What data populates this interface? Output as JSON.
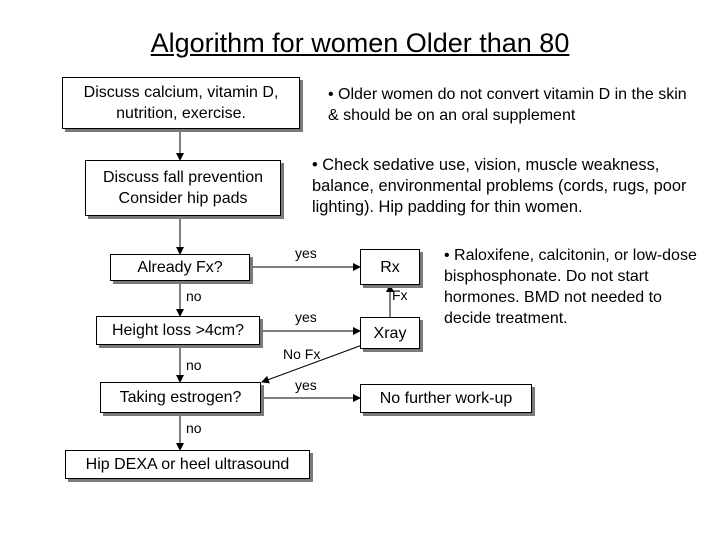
{
  "title": "Algorithm for women Older than 80",
  "nodes": {
    "discuss_calcium": "Discuss calcium, vitamin D, nutrition, exercise.",
    "fall_prevention_line1": "Discuss fall prevention",
    "fall_prevention_line2": "Consider hip pads",
    "already_fx": "Already Fx?",
    "height_loss": "Height loss >4cm?",
    "taking_estrogen": "Taking estrogen?",
    "hip_dexa": "Hip DEXA or heel ultrasound",
    "rx": "Rx",
    "xray": "Xray",
    "no_further": "No further work-up"
  },
  "notes": {
    "vitamin_d": "• Older women do not convert vitamin D in the skin & should be on an oral supplement",
    "sedative": "• Check sedative use, vision, muscle weakness, balance, environmental problems (cords, rugs, poor lighting). Hip padding for thin women.",
    "raloxifene": "• Raloxifene, calcitonin, or low-dose bisphosphonate. Do not start hormones. BMD not needed to decide treatment."
  },
  "labels": {
    "yes_1": "yes",
    "no_1": "no",
    "fx": "Fx",
    "yes_2": "yes",
    "no_2": "no",
    "no_fx": "No Fx",
    "yes_3": "yes",
    "no_3": "no"
  }
}
